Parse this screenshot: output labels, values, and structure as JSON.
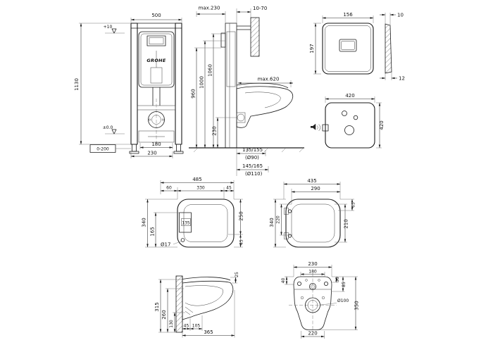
{
  "drawing": {
    "brand": "GROHE",
    "frame_front": {
      "width": "500",
      "height": "1130",
      "level_top": "+10",
      "level_floor": "±0.0",
      "foot_adjust": "0-200",
      "outlet_width": "180",
      "depth": "230"
    },
    "frame_side": {
      "top_offset": "max.230",
      "wall_gap": "10-70",
      "h1": "1060",
      "h2": "1000",
      "h3": "960",
      "outlet_height": "230",
      "reach": "max.620",
      "drain_a": "135/155",
      "drain_a_dia": "(Ø90)",
      "drain_b": "145/165",
      "drain_b_dia": "(Ø110)"
    },
    "flush_plate": {
      "width": "156",
      "height": "197",
      "depth_top": "10",
      "depth_bottom": "12"
    },
    "insulation_mat": {
      "width": "420",
      "height": "420"
    },
    "bowl_top": {
      "total_width": "485",
      "seg_left": "60",
      "seg_mid": "330",
      "seg_right": "45",
      "depth": "340",
      "inner_depth": "165",
      "cutout": "135",
      "right_depth": "250",
      "right_edge": "45",
      "hole_dia": "Ø17"
    },
    "seat_top": {
      "width": "435",
      "inner_width": "290",
      "depth": "340",
      "left_inner": "220",
      "right_inner": "210",
      "hinge_offset": "65"
    },
    "bowl_side": {
      "lid_thickness": "25",
      "h_total": "315",
      "h_rim": "260",
      "h_bottom": "130",
      "w_a": "45",
      "w_b": "105",
      "depth": "365"
    },
    "bowl_rear": {
      "width": "230",
      "inner_width": "180",
      "left_offset": "40",
      "right_offset_a": "35",
      "right_offset_b": "85",
      "drain_dia": "Ø100",
      "height": "350",
      "bottom_width": "220"
    }
  }
}
